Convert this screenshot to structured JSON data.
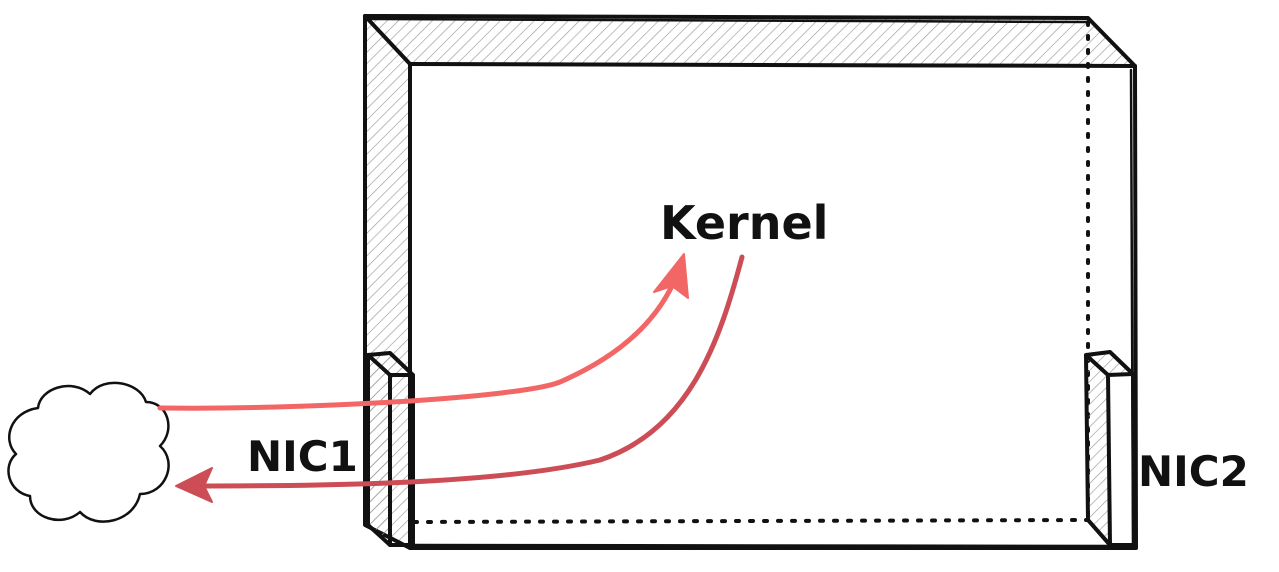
{
  "labels": {
    "kernel": "Kernel",
    "nic1": "NIC1",
    "nic2": "NIC2"
  },
  "colors": {
    "outline": "#111111",
    "inbound_arrow": "#f26666",
    "outbound_arrow": "#cc4d55",
    "hatch": "#9a9a9a",
    "background": "#ffffff"
  },
  "icons": {
    "cloud": "cloud-icon"
  }
}
